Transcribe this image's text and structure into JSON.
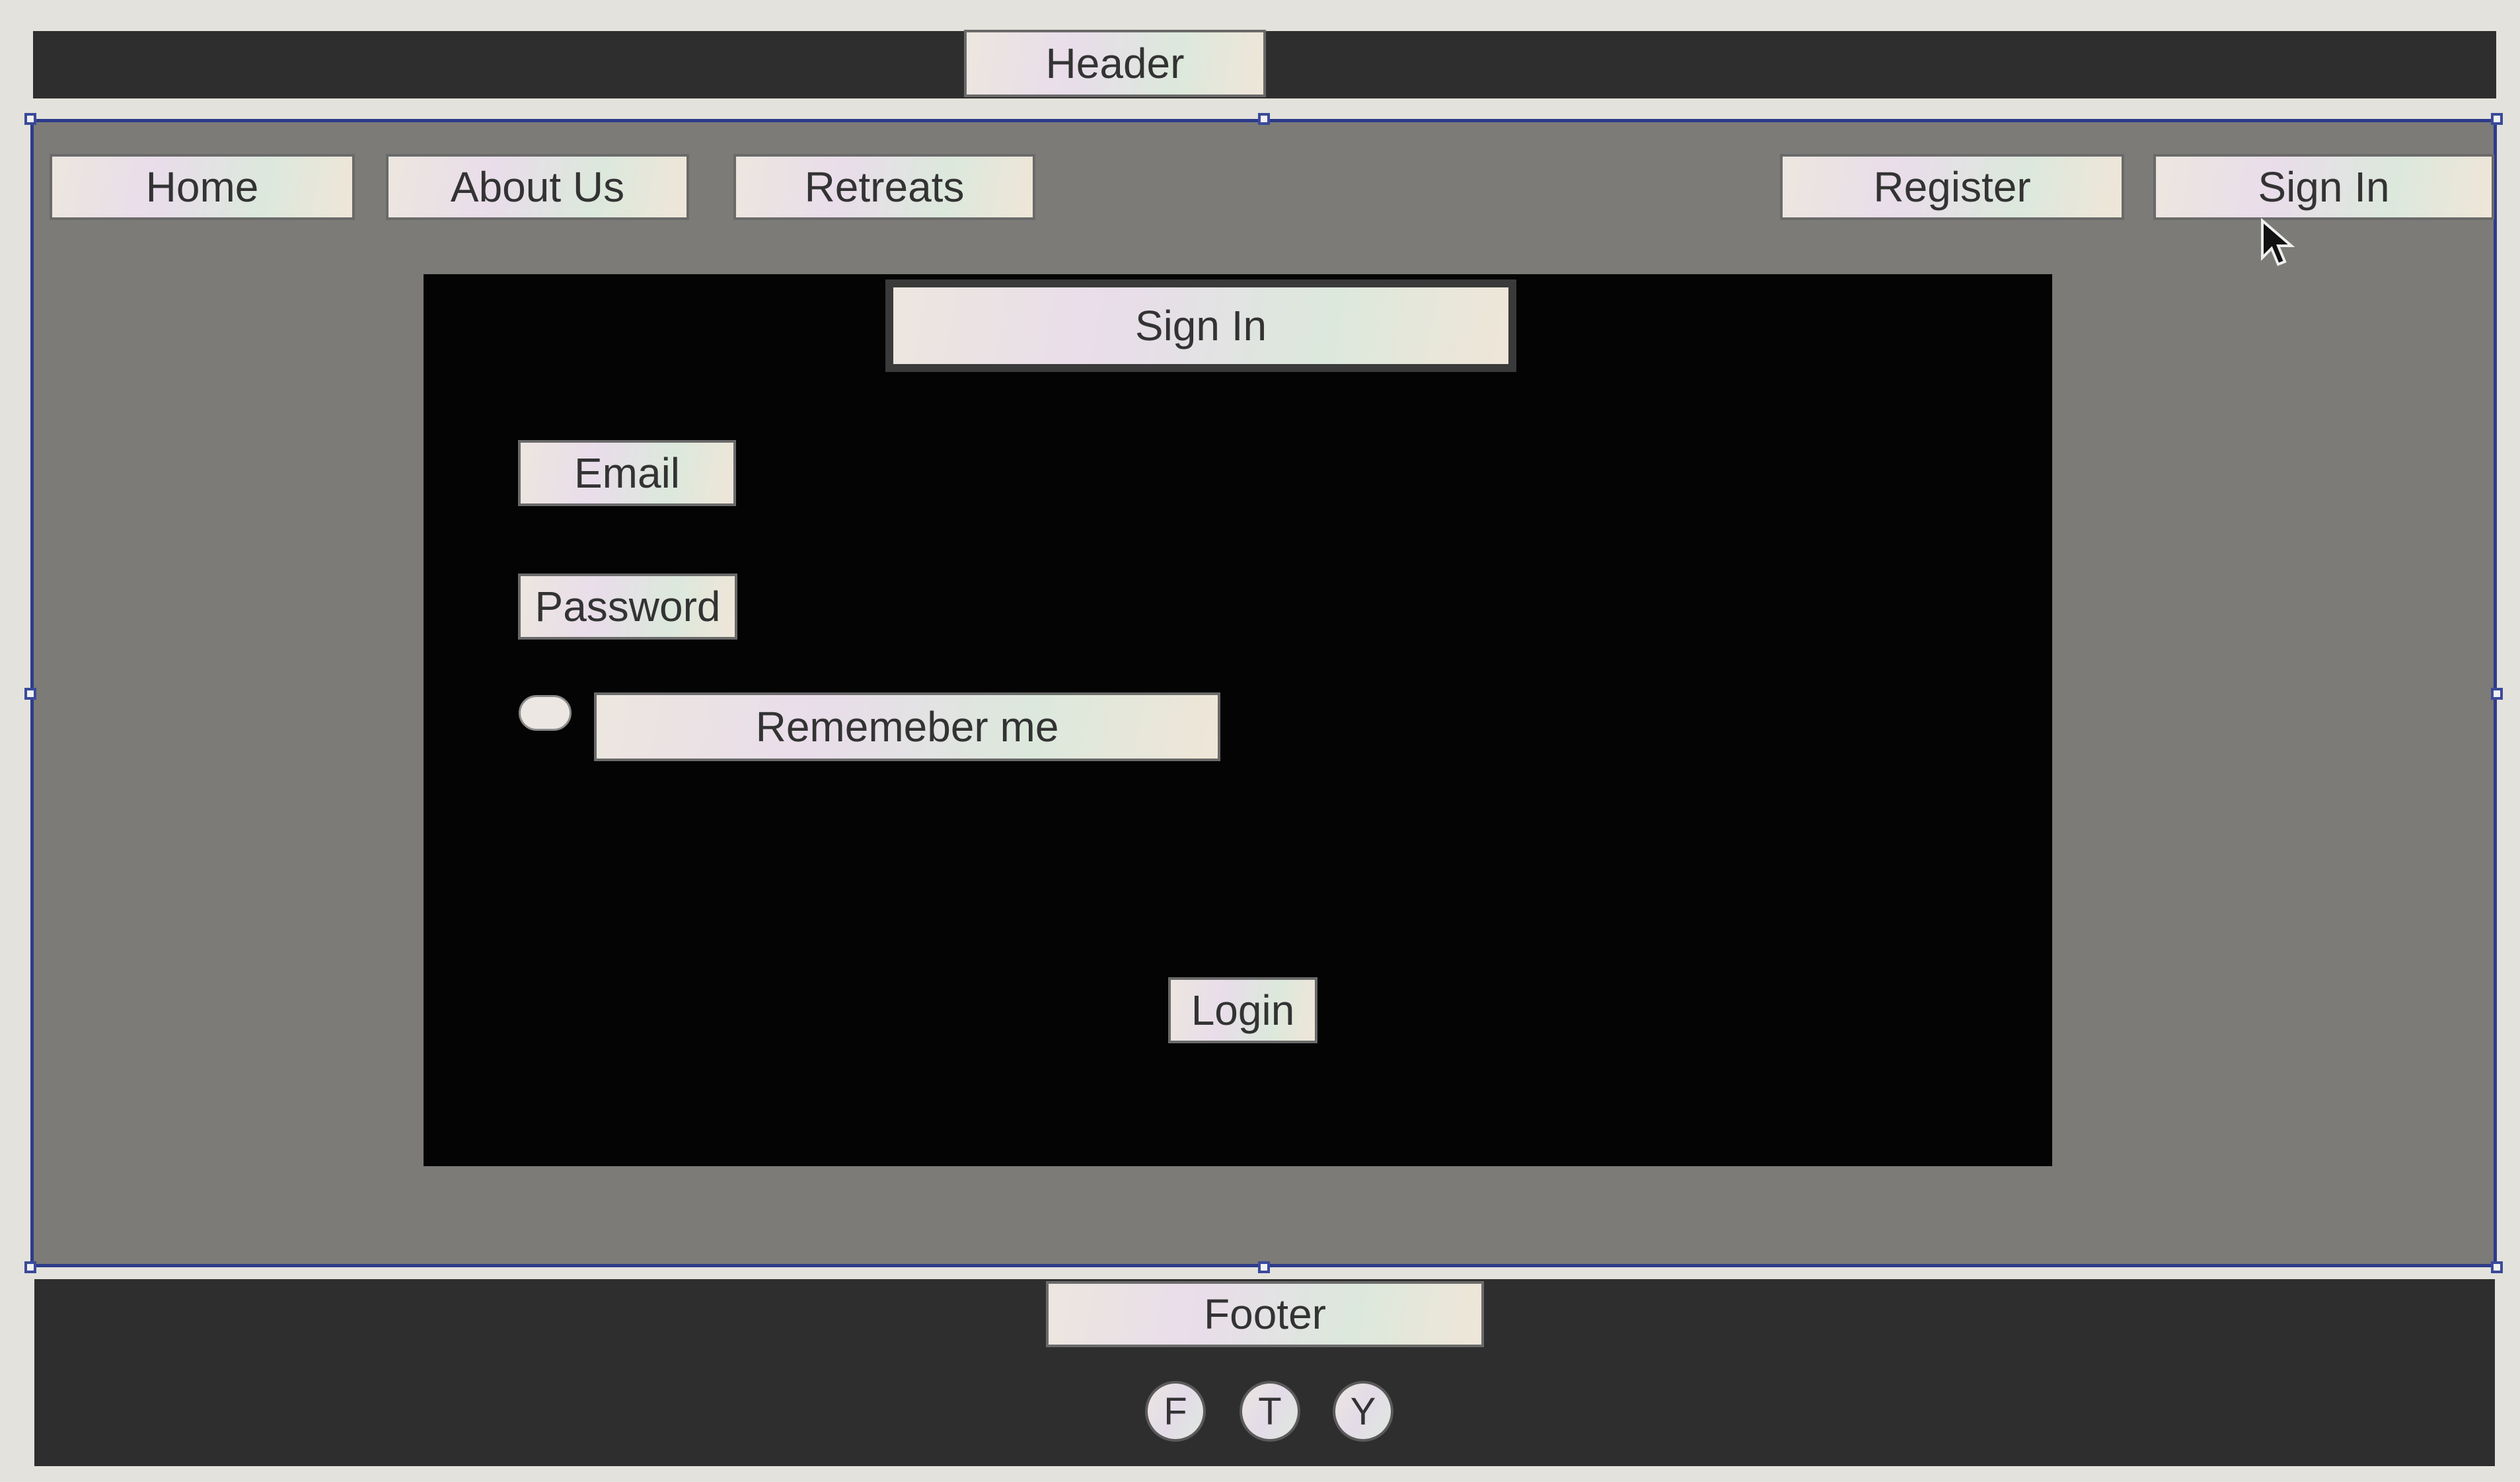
{
  "header": {
    "title": "Header"
  },
  "nav": {
    "home": "Home",
    "about": "About Us",
    "retreats": "Retreats",
    "register": "Register",
    "sign_in": "Sign In"
  },
  "signin": {
    "title": "Sign In",
    "email_label": "Email",
    "password_label": "Password",
    "remember_label": "Rememeber me",
    "login_button": "Login"
  },
  "footer": {
    "title": "Footer",
    "social": [
      "F",
      "T",
      "Y"
    ]
  },
  "colors": {
    "bars": "#2e2e2e",
    "panel": "#7c7b78",
    "card": "#040404",
    "selection": "#2d3b8a"
  }
}
